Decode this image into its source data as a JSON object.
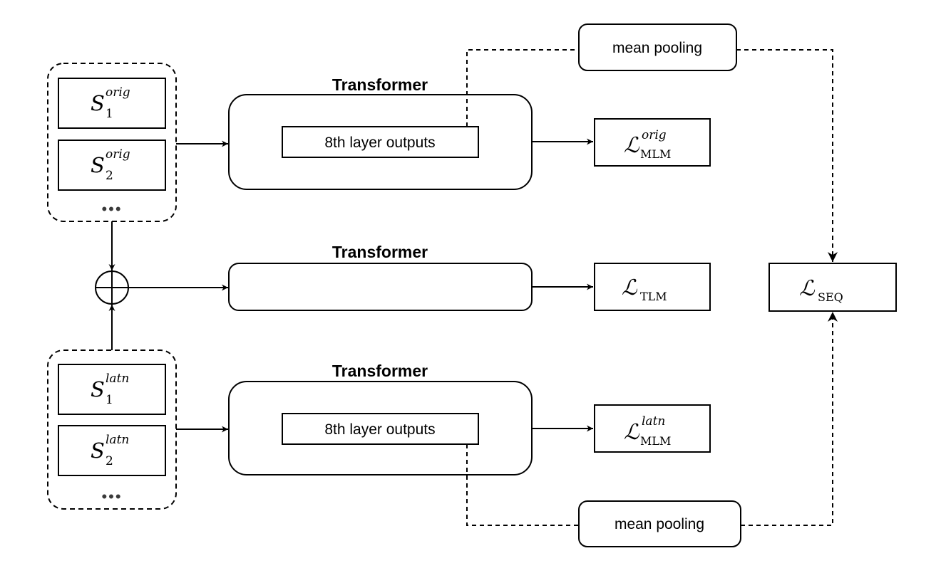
{
  "top": {
    "title": "Transformer",
    "layer_label": "8th layer outputs",
    "loss": {
      "base": "ℒ",
      "sup": "orig",
      "sub": "MLM"
    }
  },
  "middle": {
    "title": "Transformer",
    "loss": {
      "base": "ℒ",
      "sub": "TLM"
    }
  },
  "bottom": {
    "title": "Transformer",
    "layer_label": "8th layer outputs",
    "loss": {
      "base": "ℒ",
      "sup": "latn",
      "sub": "MLM"
    }
  },
  "seq_loss": {
    "base": "ℒ",
    "sub": "SEQ"
  },
  "pooling": {
    "top_label": "mean pooling",
    "bottom_label": "mean pooling"
  },
  "inputs_orig": {
    "s1": {
      "base": "S",
      "sup": "orig",
      "sub": "1"
    },
    "s2": {
      "base": "S",
      "sup": "orig",
      "sub": "2"
    },
    "ellipsis": "•••"
  },
  "inputs_latn": {
    "s1": {
      "base": "S",
      "sup": "latn",
      "sub": "1"
    },
    "s2": {
      "base": "S",
      "sup": "latn",
      "sub": "2"
    },
    "ellipsis": "•••"
  },
  "combine_symbol": "⊕"
}
